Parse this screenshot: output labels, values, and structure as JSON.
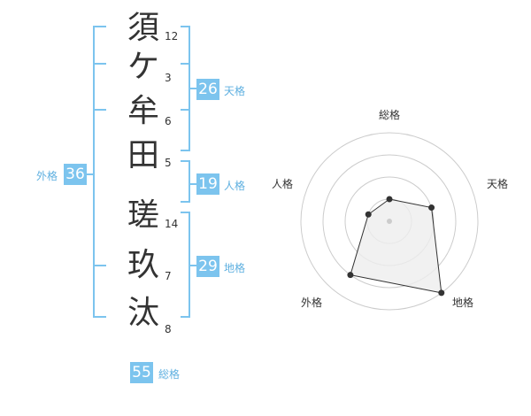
{
  "name": {
    "characters": [
      {
        "char": "須",
        "strokes": "12"
      },
      {
        "char": "ケ",
        "strokes": "3"
      },
      {
        "char": "牟",
        "strokes": "6"
      },
      {
        "char": "田",
        "strokes": "5"
      },
      {
        "char": "瑳",
        "strokes": "14"
      },
      {
        "char": "玖",
        "strokes": "7"
      },
      {
        "char": "汰",
        "strokes": "8"
      }
    ]
  },
  "fortune": {
    "tenkaku": {
      "value": "26",
      "label": "天格"
    },
    "jinkaku": {
      "value": "19",
      "label": "人格"
    },
    "chikaku": {
      "value": "29",
      "label": "地格"
    },
    "gaikaku": {
      "value": "36",
      "label": "外格"
    },
    "soukaku": {
      "value": "55",
      "label": "総格"
    }
  },
  "radar": {
    "axes": [
      "総格",
      "天格",
      "地格",
      "外格",
      "人格"
    ],
    "rings": 4,
    "max": 4,
    "values": [
      1,
      2,
      4,
      3,
      1
    ],
    "colors": {
      "ring": "#cccccc",
      "fill": "#eeeeee",
      "stroke": "#333333",
      "point": "#333333",
      "center": "#cccccc"
    }
  },
  "colors": {
    "accent": "#7cc4ee",
    "bracket": "#7cc4ee"
  }
}
